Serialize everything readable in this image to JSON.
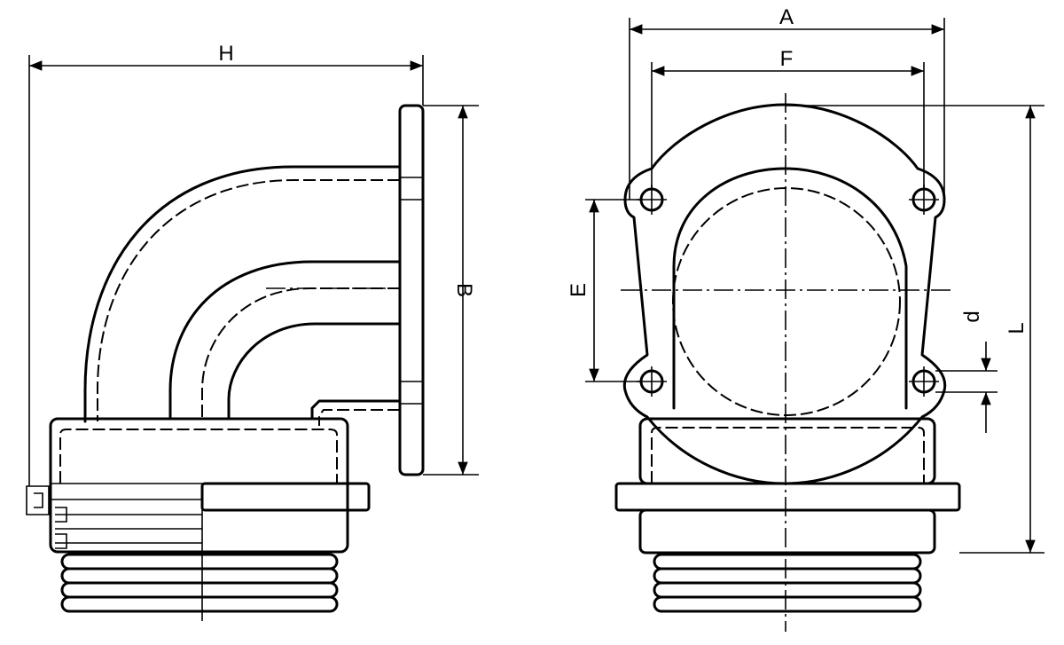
{
  "labels": {
    "H": "H",
    "B": "B",
    "A": "A",
    "F": "F",
    "E": "E",
    "d": "d",
    "L": "L"
  }
}
